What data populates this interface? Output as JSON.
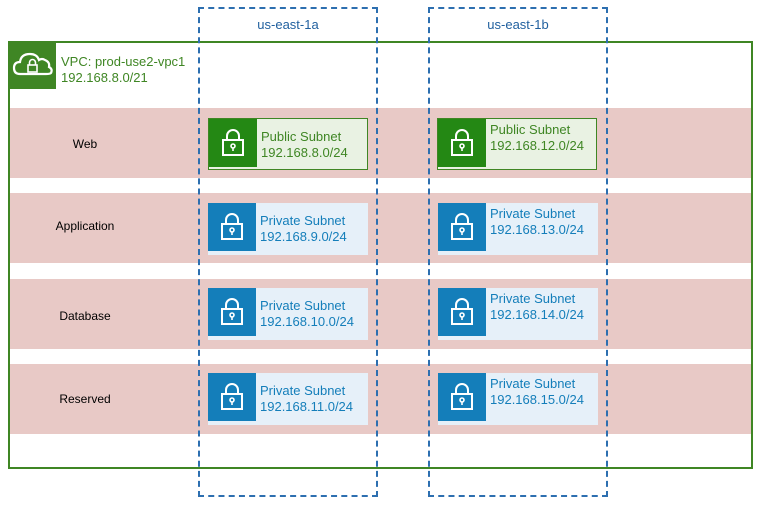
{
  "vpc": {
    "name": "VPC: prod-use2-vpc1",
    "cidr": "192.168.8.0/21",
    "icon": "cloud-lock-icon"
  },
  "availability_zones": [
    {
      "label": "us-east-1a"
    },
    {
      "label": "us-east-1b"
    }
  ],
  "tiers": [
    {
      "label": "Web"
    },
    {
      "label": "Application"
    },
    {
      "label": "Database"
    },
    {
      "label": "Reserved"
    }
  ],
  "subnets": {
    "web_a": {
      "type": "Public Subnet",
      "cidr": "192.168.8.0/24"
    },
    "web_b": {
      "type": "Public Subnet",
      "cidr": "192.168.12.0/24"
    },
    "app_a": {
      "type": "Private Subnet",
      "cidr": "192.168.9.0/24"
    },
    "app_b": {
      "type": "Private Subnet",
      "cidr": "192.168.13.0/24"
    },
    "db_a": {
      "type": "Private Subnet",
      "cidr": "192.168.10.0/24"
    },
    "db_b": {
      "type": "Private Subnet",
      "cidr": "192.168.14.0/24"
    },
    "res_a": {
      "type": "Private Subnet",
      "cidr": "192.168.11.0/24"
    },
    "res_b": {
      "type": "Private Subnet",
      "cidr": "192.168.15.0/24"
    }
  },
  "colors": {
    "vpc_green": "#3f8624",
    "public_green": "#248814",
    "private_blue": "#147eba",
    "band_pink": "#e8c9c6",
    "az_dash_blue": "#2d6fb0"
  }
}
